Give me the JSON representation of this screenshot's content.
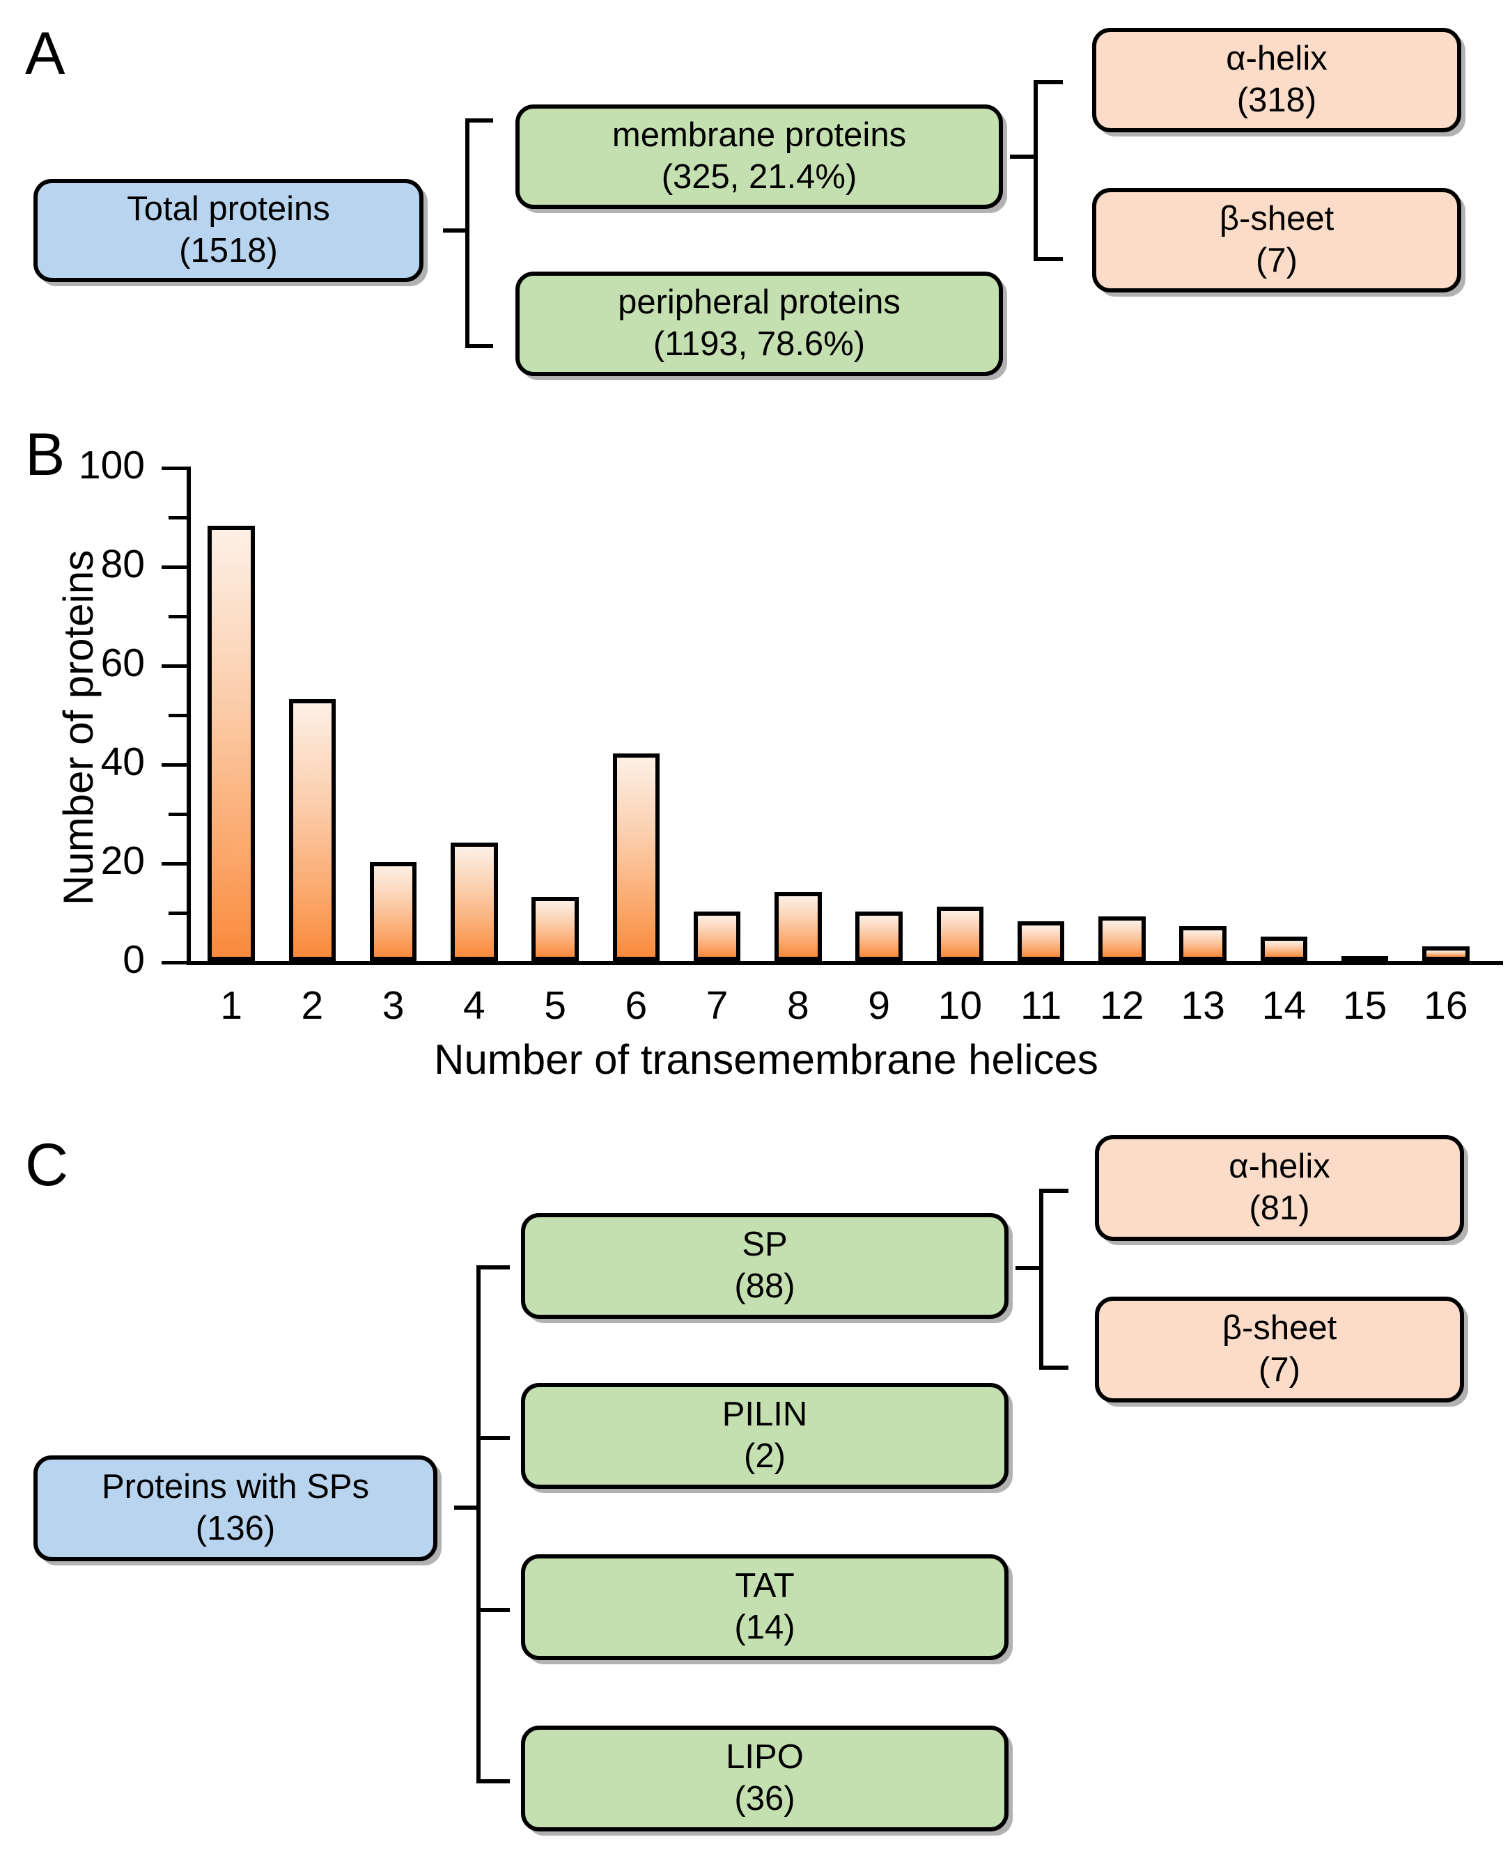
{
  "figure": {
    "panels": [
      {
        "id": "A",
        "letter": "A"
      },
      {
        "id": "B",
        "letter": "B"
      },
      {
        "id": "C",
        "letter": "C"
      }
    ]
  },
  "panel_a": {
    "letter": "A",
    "root": {
      "label": "Total proteins",
      "value": "(1518)",
      "color": "#b8d4ee"
    },
    "level2": [
      {
        "label": "membrane proteins",
        "value": "(325, 21.4%)",
        "color": "#c4dfb0"
      },
      {
        "label": "peripheral proteins",
        "value": "(1193, 78.6%)",
        "color": "#c4dfb0"
      }
    ],
    "level3": [
      {
        "label": "α-helix",
        "value": "(318)",
        "color": "#fbdcc8"
      },
      {
        "label": "β-sheet",
        "value": "(7)",
        "color": "#fbdcc8"
      }
    ]
  },
  "panel_b": {
    "letter": "B"
  },
  "chart_data": {
    "type": "bar",
    "title": "",
    "xlabel": "Number of transemembrane helices",
    "ylabel": "Number of proteins",
    "categories": [
      "1",
      "2",
      "3",
      "4",
      "5",
      "6",
      "7",
      "8",
      "9",
      "10",
      "11",
      "12",
      "13",
      "14",
      "15",
      "16"
    ],
    "values": [
      88,
      53,
      20,
      24,
      13,
      42,
      10,
      14,
      10,
      11,
      8,
      9,
      7,
      5,
      1,
      3
    ],
    "ylim": [
      0,
      100
    ],
    "ytick_labels": [
      "0",
      "20",
      "40",
      "60",
      "80",
      "100"
    ],
    "ytick_values": [
      0,
      20,
      40,
      60,
      80,
      100
    ],
    "yminor_values": [
      10,
      30,
      50,
      70,
      90
    ],
    "grid": false,
    "legend": null,
    "bar_color_top": "#fdf0e6",
    "bar_color_bottom": "#f98a3c"
  },
  "panel_c": {
    "letter": "C",
    "root": {
      "label": "Proteins with SPs",
      "value": "(136)",
      "color": "#b8d4ee"
    },
    "level2": [
      {
        "label": "SP",
        "value": "(88)",
        "color": "#c4dfb0"
      },
      {
        "label": "PILIN",
        "value": "(2)",
        "color": "#c4dfb0"
      },
      {
        "label": "TAT",
        "value": "(14)",
        "color": "#c4dfb0"
      },
      {
        "label": "LIPO",
        "value": "(36)",
        "color": "#c4dfb0"
      }
    ],
    "level3": [
      {
        "label": "α-helix",
        "value": "(81)",
        "color": "#fbdcc8"
      },
      {
        "label": "β-sheet",
        "value": "(7)",
        "color": "#fbdcc8"
      }
    ]
  }
}
